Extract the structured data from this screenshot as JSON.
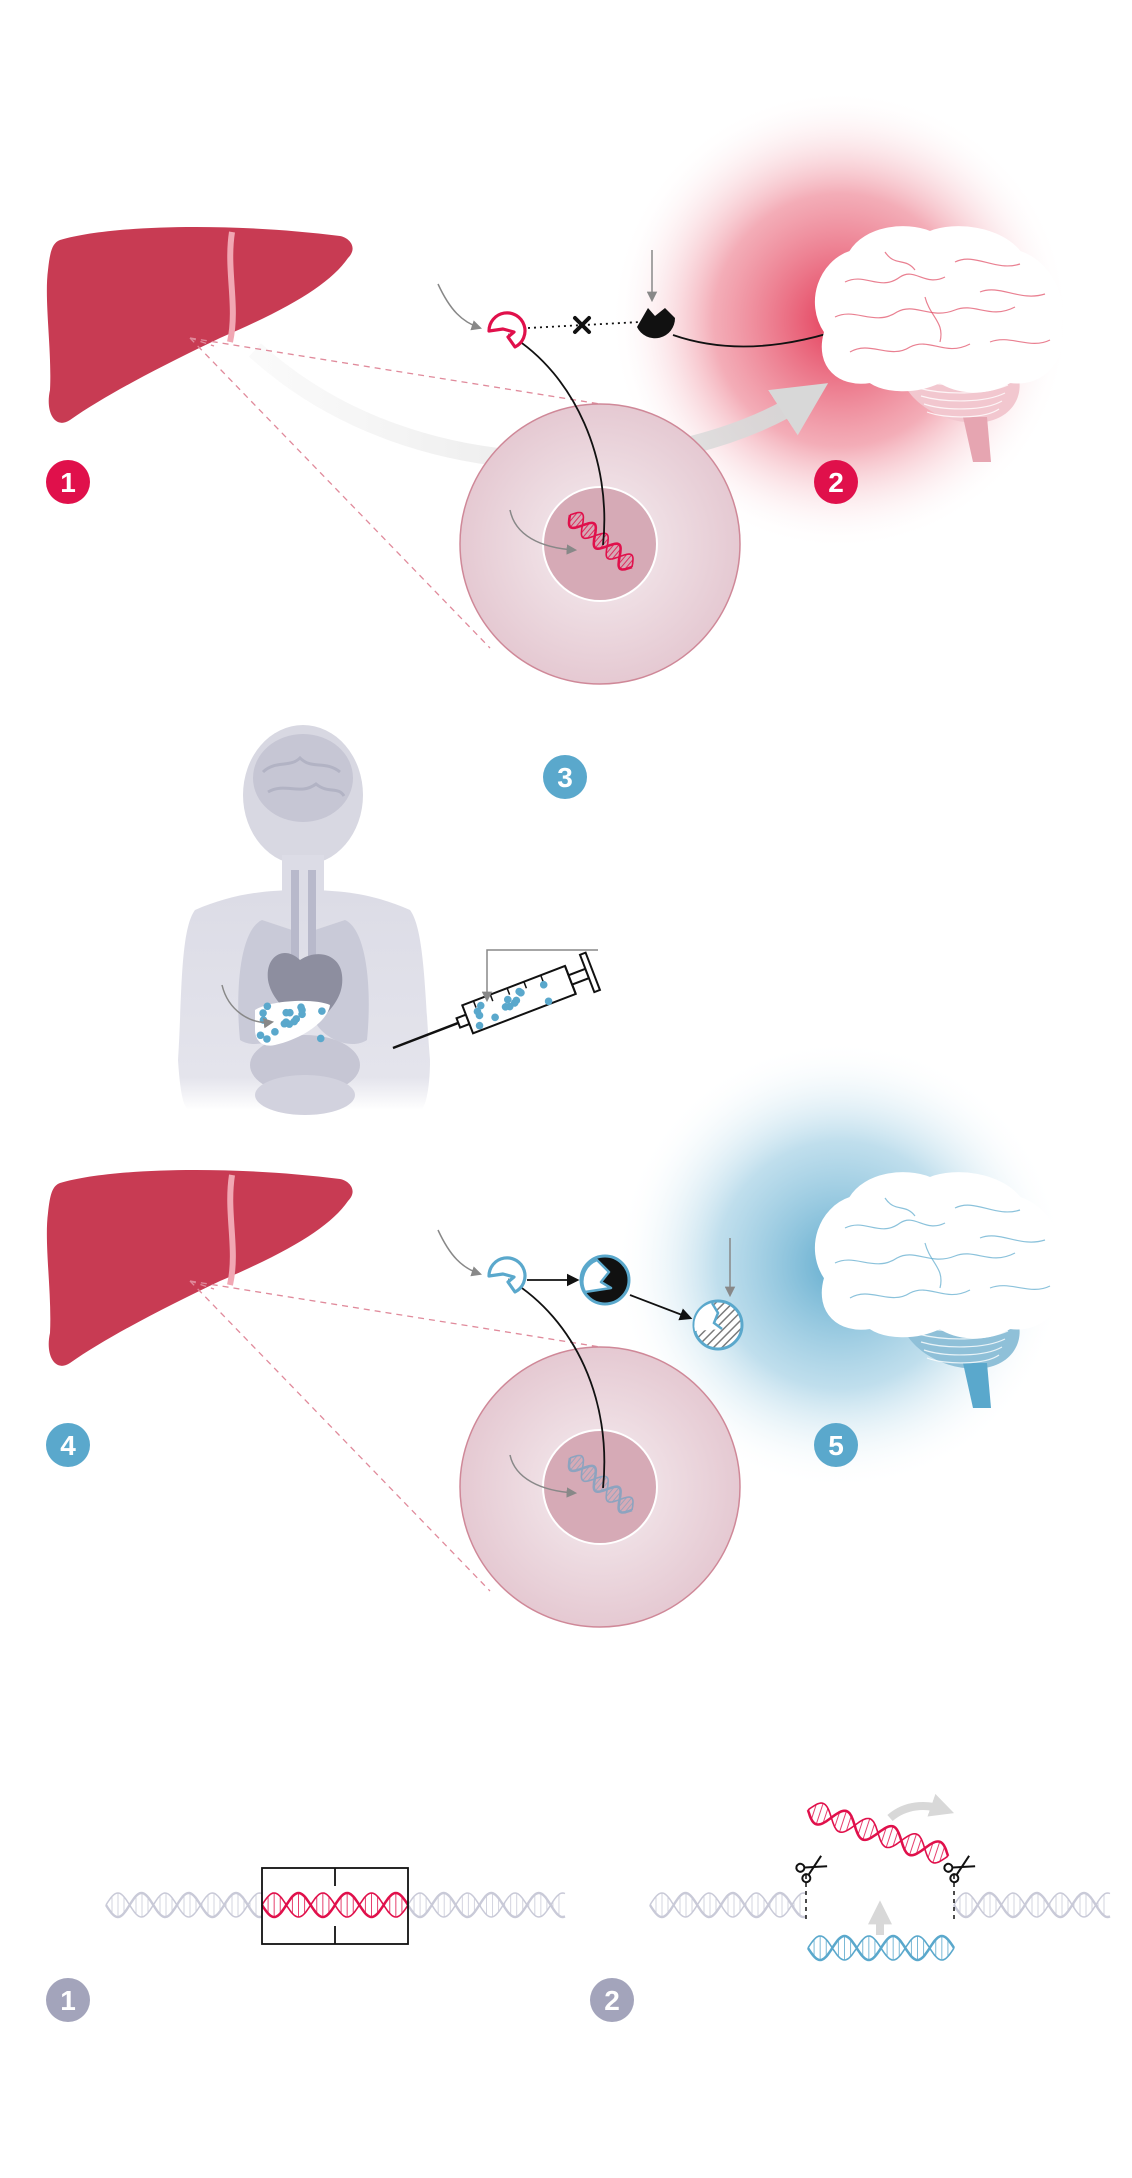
{
  "diagram": {
    "step_badges": [
      {
        "label": "1",
        "color": "#e0104b"
      },
      {
        "label": "2",
        "color": "#e0104b"
      },
      {
        "label": "3",
        "color": "#5aa8cc"
      },
      {
        "label": "4",
        "color": "#5aa8cc"
      },
      {
        "label": "5",
        "color": "#5aa8cc"
      }
    ],
    "editing_badges": [
      {
        "label": "1",
        "color": "#a3a4bb"
      },
      {
        "label": "2",
        "color": "#a3a4bb"
      }
    ],
    "colors": {
      "liver": "#c83b53",
      "disease_accent": "#e0104b",
      "treatment_accent": "#5aa8cc",
      "cell_outer": "#edd8de",
      "cell_nucleus": "#d6aab6",
      "body_silhouette": "#dcdce6",
      "dna_neutral": "#c9cad8"
    },
    "icons": [
      "liver-icon",
      "brain-icon",
      "cell-icon",
      "dna-icon",
      "protein-icon",
      "syringe-icon",
      "child-body-icon",
      "scissors-icon"
    ]
  }
}
